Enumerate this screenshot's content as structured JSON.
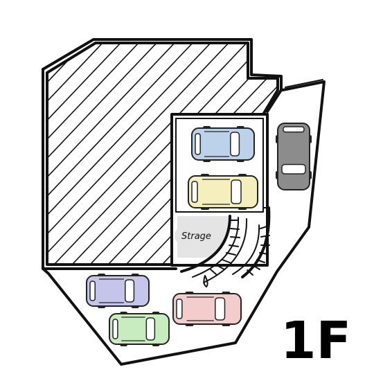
{
  "floor_label": "1F",
  "storage_label": "Strage",
  "colors": {
    "line": "#111111",
    "storage_fill": "#e4e4e4",
    "car_blue": "#bcd2ea",
    "car_yellow": "#f5eebd",
    "car_gray": "#8c8c8c",
    "car_purple": "#c5c5ec",
    "car_green": "#c8ebc0",
    "car_pink": "#f3cccc"
  },
  "cars": [
    {
      "id": "car-blue",
      "color_key": "car_blue"
    },
    {
      "id": "car-yellow",
      "color_key": "car_yellow"
    },
    {
      "id": "car-gray",
      "color_key": "car_gray"
    },
    {
      "id": "car-purple",
      "color_key": "car_purple"
    },
    {
      "id": "car-green",
      "color_key": "car_green"
    },
    {
      "id": "car-pink",
      "color_key": "car_pink"
    }
  ]
}
